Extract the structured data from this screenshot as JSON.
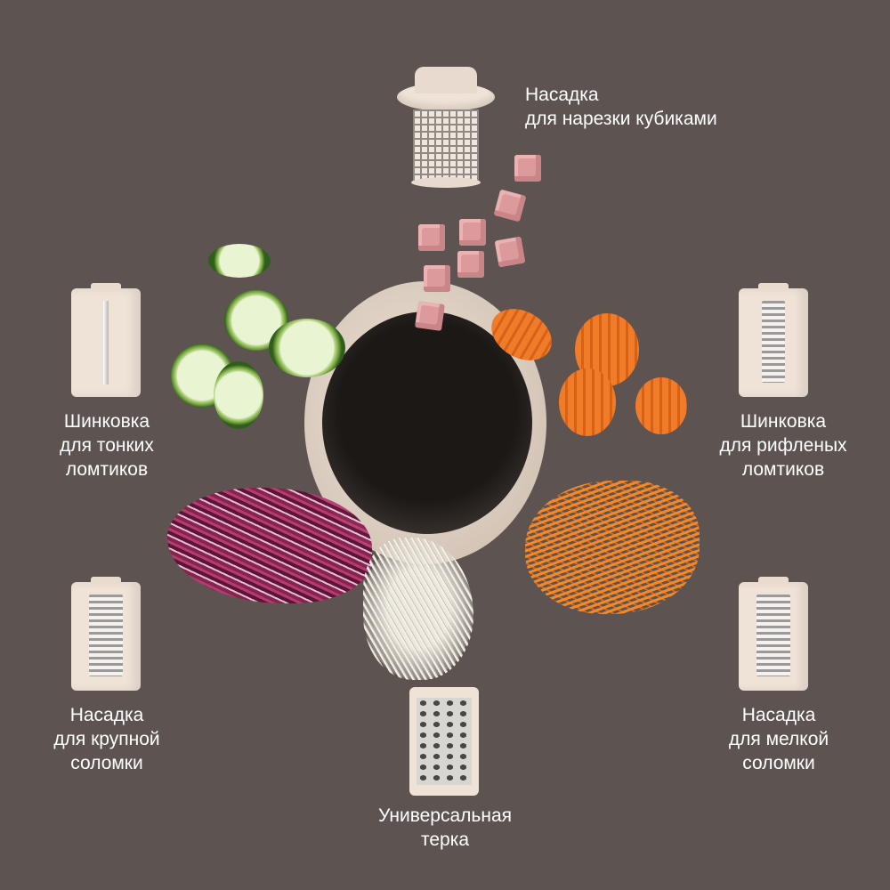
{
  "labels": {
    "dice": [
      "Насадка",
      "для нарезки кубиками"
    ],
    "thin_slices": [
      "Шинковка",
      "для тонких",
      "ломтиков"
    ],
    "wavy_slices": [
      "Шинковка",
      "для рифленых",
      "ломтиков"
    ],
    "coarse_julienne": [
      "Насадка",
      "для крупной",
      "соломки"
    ],
    "fine_julienne": [
      "Насадка",
      "для мелкой",
      "соломки"
    ],
    "universal_grater": [
      "Универсальная",
      "терка"
    ]
  },
  "colors": {
    "background": "#5d5451",
    "attachment": "#efe2d6",
    "text": "#ffffff"
  }
}
